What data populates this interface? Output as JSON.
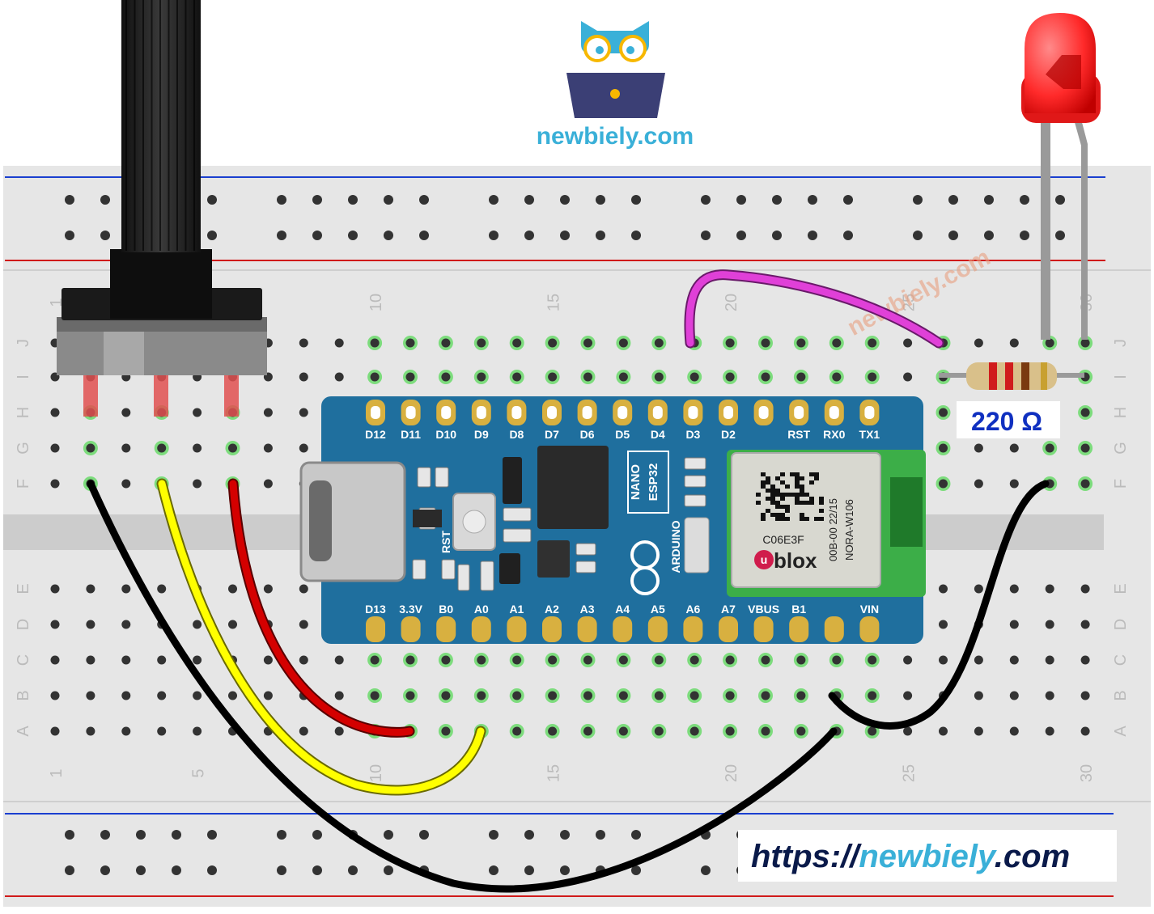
{
  "brand": {
    "name": "newbiely.com",
    "watermark": "newbiely.com"
  },
  "url_banner": {
    "prefix": "https://",
    "domain": "newbiely",
    "suffix": ".com"
  },
  "resistor": {
    "label": "220 Ω"
  },
  "breadboard": {
    "top_numbers": [
      "1",
      "10",
      "15",
      "20",
      "25",
      "30"
    ],
    "bottom_numbers": [
      "1",
      "5",
      "10",
      "15",
      "20",
      "25",
      "30"
    ],
    "row_letters_upper": [
      "J",
      "I",
      "H",
      "G",
      "F"
    ],
    "row_letters_lower": [
      "E",
      "D",
      "C",
      "B",
      "A"
    ]
  },
  "board": {
    "top_pins": [
      "D12",
      "D11",
      "D10",
      "D9",
      "D8",
      "D7",
      "D6",
      "D5",
      "D4",
      "D3",
      "D2",
      "RST",
      "RX0",
      "TX1"
    ],
    "bottom_pins": [
      "D13",
      "3.3V",
      "B0",
      "A0",
      "A1",
      "A2",
      "A3",
      "A4",
      "A5",
      "A6",
      "A7",
      "VBUS",
      "B1",
      "VIN"
    ],
    "model_line1": "NANO",
    "model_line2": "ESP32",
    "brand_text": "ARDUINO",
    "rst_label": "RST",
    "module_code": "C06E3F",
    "module_part1": "00B-00 22/15",
    "module_part2": "NORA-W106",
    "module_vendor": "blox",
    "module_vendor_prefix": "u"
  },
  "colors": {
    "wire_black": "#000000",
    "wire_yellow": "#ffff00",
    "wire_red": "#d40000",
    "wire_magenta": "#e040d8",
    "board_blue": "#1f6f9e",
    "led_red": "#ff2a2a",
    "brand_teal": "#3ab0d8",
    "banner_navy": "#0a1a4a",
    "label_blue": "#1030c0"
  }
}
